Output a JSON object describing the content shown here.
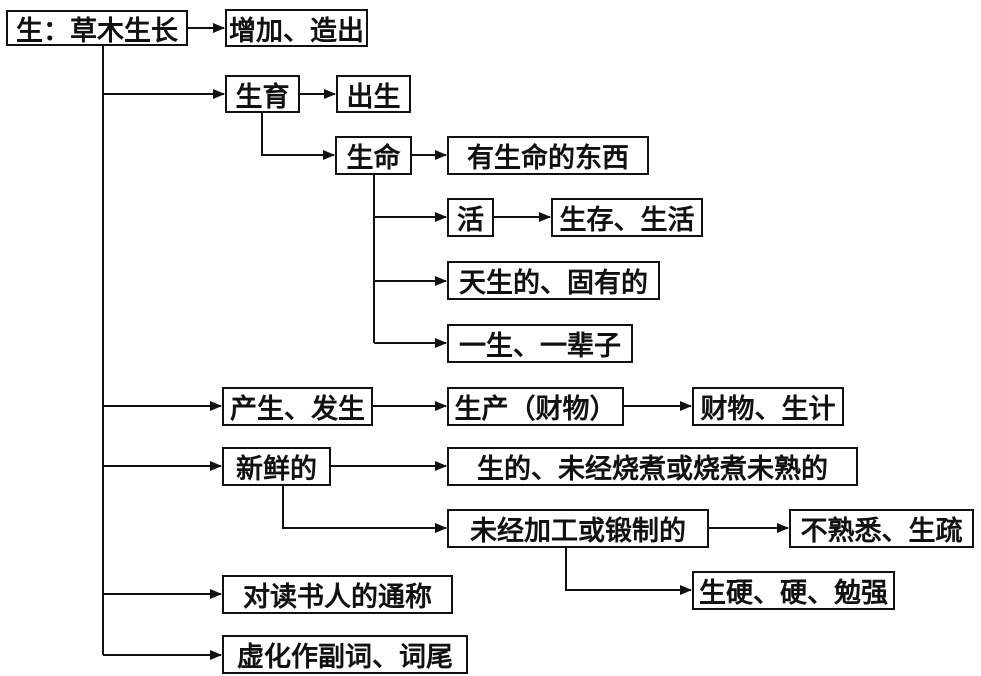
{
  "nodes": {
    "root": "生：草木生长",
    "zengjia": "增加、造出",
    "shengyu": "生育",
    "chusheng": "出生",
    "shengming": "生命",
    "youshengming": "有生命的东西",
    "huo": "活",
    "shengcun": "生存、生活",
    "tiansheng": "天生的、固有的",
    "yisheng": "一生、一辈子",
    "chansheng": "产生、发生",
    "shengchan": "生产（财物）",
    "caiwu": "财物、生计",
    "xinxian": "新鲜的",
    "shengde": "生的、未经烧煮或烧煮未熟的",
    "weijing": "未经加工或锻制的",
    "bushu": "不熟悉、生疏",
    "shengying": "生硬、硬、勉强",
    "dushuren": "对读书人的通称",
    "xuhua": "虚化作副词、词尾"
  }
}
